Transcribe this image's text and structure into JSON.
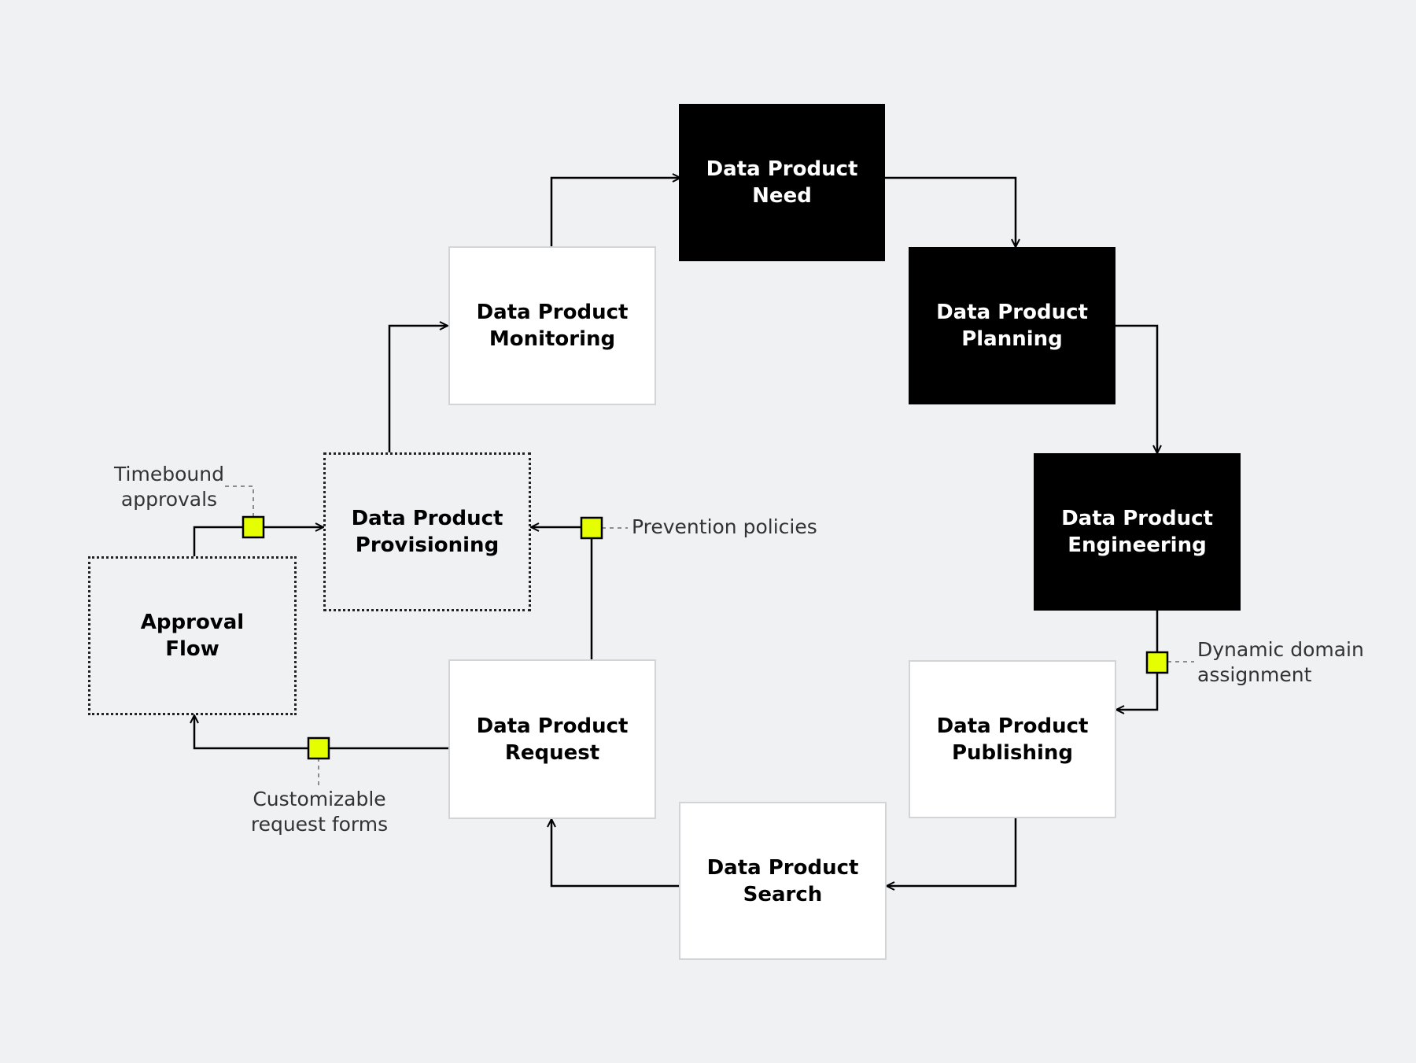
{
  "nodes": {
    "need": "Data Product\nNeed",
    "planning": "Data Product\nPlanning",
    "engineering": "Data Product\nEngineering",
    "publishing": "Data Product\nPublishing",
    "search": "Data Product\nSearch",
    "request": "Data Product\nRequest",
    "approval": "Approval\nFlow",
    "provisioning": "Data Product\nProvisioning",
    "monitoring": "Data Product\nMonitoring"
  },
  "annotations": {
    "timebound": "Timebound\napprovals",
    "prevention": "Prevention policies",
    "dynamic": "Dynamic domain\nassignment",
    "customizable": "Customizable\nrequest forms"
  },
  "colors": {
    "background": "#f0f1f3",
    "dark_node": "#000000",
    "light_node": "#ffffff",
    "marker": "#e6ff00",
    "connector": "#000000",
    "leader": "#8c8c8c"
  }
}
